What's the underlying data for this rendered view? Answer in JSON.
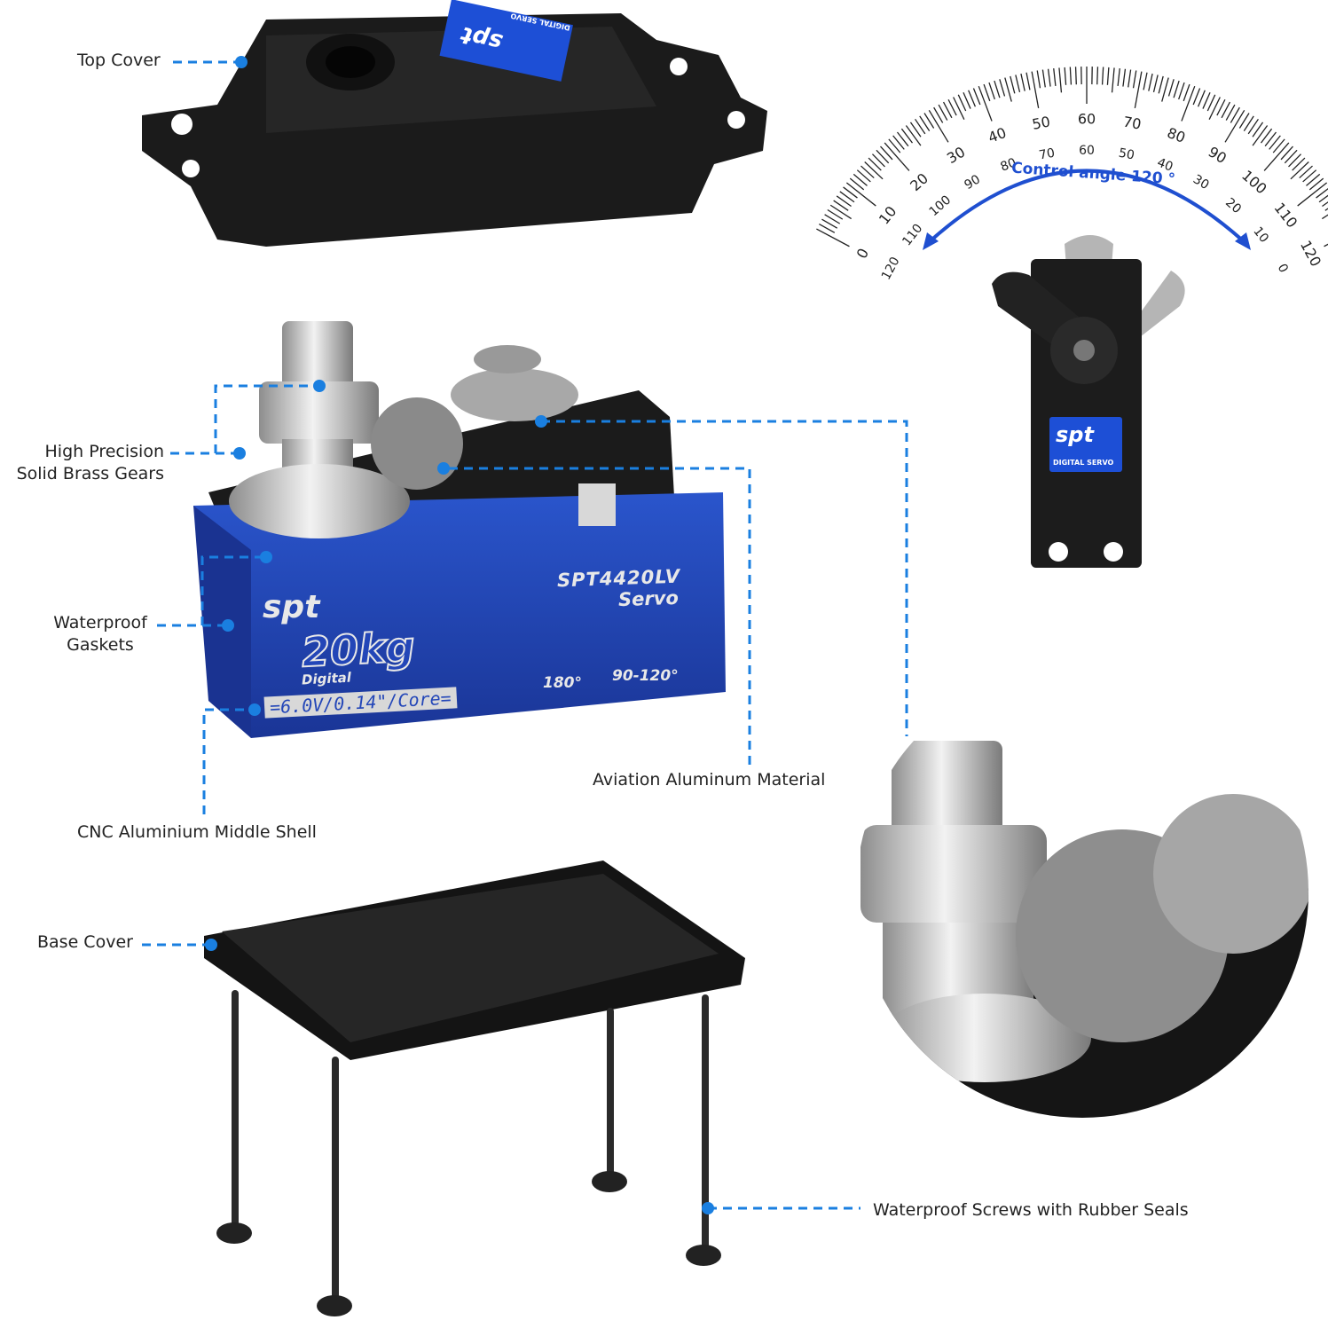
{
  "labels": {
    "top_cover": "Top Cover",
    "gears_line1": "High Precision",
    "gears_line2": "Solid Brass Gears",
    "gaskets_line1": "Waterproof",
    "gaskets_line2": "Gaskets",
    "middle_shell": "CNC Aluminium Middle Shell",
    "aviation": "Aviation Aluminum Material",
    "base_cover": "Base Cover",
    "screws": "Waterproof Screws with Rubber Seals"
  },
  "protractor": {
    "caption": "Control angle 120 °",
    "outer_ticks": [
      "0",
      "10",
      "20",
      "30",
      "40",
      "50",
      "60",
      "70",
      "80",
      "90",
      "100",
      "110",
      "120"
    ],
    "inner_ticks": [
      "120",
      "110",
      "100",
      "90",
      "80",
      "70",
      "60",
      "50",
      "40",
      "30",
      "20",
      "10",
      "0"
    ]
  },
  "servo_body": {
    "brand": "spt",
    "model": "SPT4420LV",
    "type": "Servo",
    "torque": "20kg",
    "mode": "Digital",
    "spec": "=6.0V/0.14\"/Core=",
    "angle_robot": "180°",
    "angle_car": "90-120°"
  },
  "top_cover_badge": {
    "brand": "spt",
    "text": "DIGITAL SERVO"
  },
  "side_servo_badge": {
    "brand": "spt",
    "text": "DIGITAL SERVO"
  },
  "colors": {
    "callout": "#1a7fe0",
    "servo_blue": "#2346b8",
    "arc_blue": "#1f4fd0",
    "plastic": "#1b1b1b"
  }
}
